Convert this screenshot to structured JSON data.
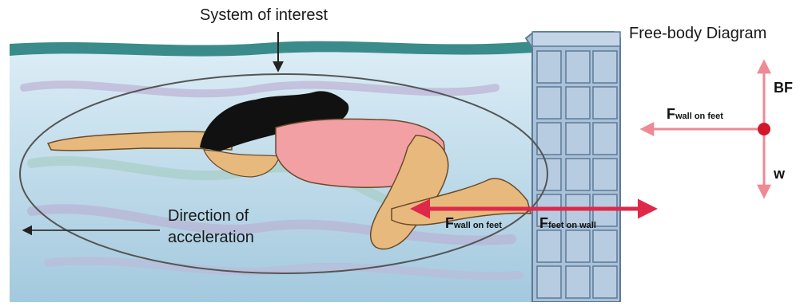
{
  "labels": {
    "system_of_interest": "System of interest",
    "free_body_diagram": "Free-body Diagram",
    "direction_line1": "Direction of",
    "direction_line2": "acceleration",
    "force_main": "F",
    "wall_on_feet_sub": "wall on feet",
    "feet_on_wall_sub": "feet on wall",
    "buoyant_force": "BF",
    "weight": "w"
  },
  "colors": {
    "water_top": "#d9ecf5",
    "water_bottom": "#9fc8dc",
    "surface": "#3a8c8a",
    "pool_wall": "#a9c1d9",
    "pool_wall_dark": "#5d7a96",
    "force_arrow": "#e0284a",
    "fbd_force_light": "#ee8a96",
    "point": "#d3172b",
    "skin": "#e7b97c",
    "swimsuit": "#f2a0a4",
    "hair": "#111111",
    "outline": "#555555"
  }
}
